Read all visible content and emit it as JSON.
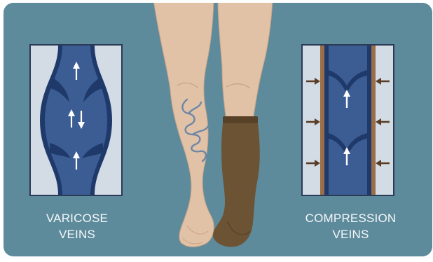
{
  "colors": {
    "background": "#5e8b9b",
    "vessel_wall": "#1f3a6a",
    "vessel_lumen": "#3b5d94",
    "tissue": "#d3dbe5",
    "frame": "#2b3b55",
    "arrow": "#ffffff",
    "compression_band": "#9a6e47",
    "compression_arrow": "#5a3d24",
    "skin": "#e2c2a6",
    "stocking": "#6b5334",
    "varicose_vein": "#6c87a6",
    "caption_text": "#f4f8fa"
  },
  "left_panel": {
    "title_line1": "VARICOSE",
    "title_line2": "VEINS",
    "flow_arrows": [
      "up-arrow-icon",
      "bidirectional-arrow-icon",
      "up-arrow-icon"
    ]
  },
  "right_panel": {
    "title_line1": "COMPRESSION",
    "title_line2": "VEINS",
    "flow_arrows": [
      "up-arrow-icon",
      "up-arrow-icon"
    ],
    "pressure_arrows": [
      "right-arrow-icon",
      "right-arrow-icon",
      "right-arrow-icon",
      "left-arrow-icon",
      "left-arrow-icon",
      "left-arrow-icon"
    ]
  },
  "center": {
    "legs": [
      "bare-leg-with-varicose-veins",
      "leg-with-compression-stocking"
    ]
  }
}
